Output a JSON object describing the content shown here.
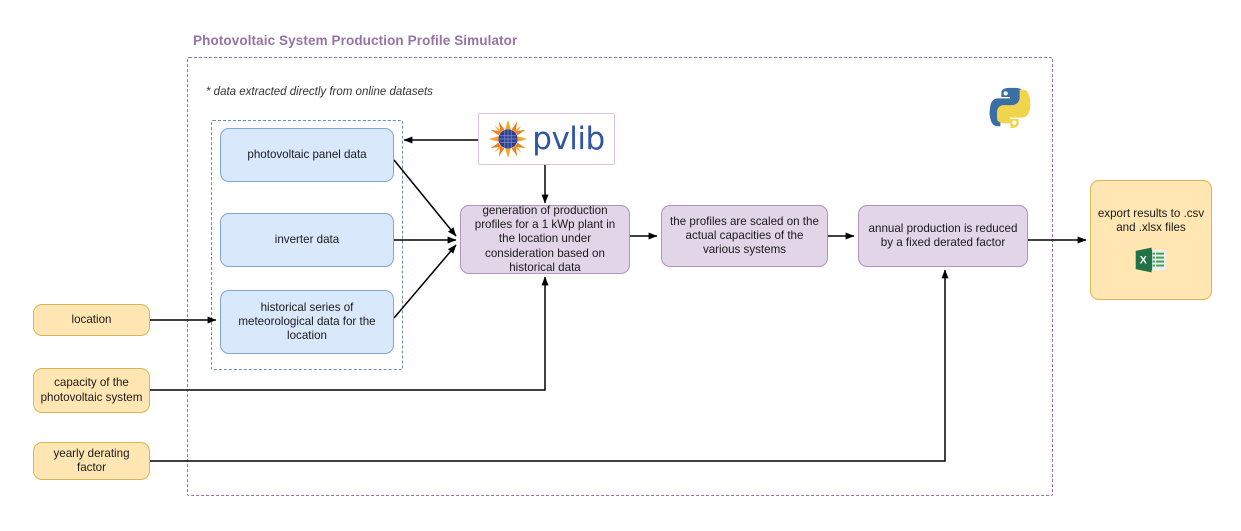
{
  "diagram": {
    "title": "Photovoltaic System Production Profile Simulator",
    "note": "* data extracted directly from online datasets",
    "title_color": "#9673a6",
    "outer_border_color": "#9673a6",
    "inner_border_color": "#6c8ebf"
  },
  "data_sources": {
    "panel_data": "photovoltaic panel data",
    "inverter_data": "inverter data",
    "meteo_data": "historical series of meteorological data for the location"
  },
  "library": {
    "name": "pvlib",
    "mark": "sun-solar-panel-icon",
    "word_color": "#2f55a4"
  },
  "language": {
    "logo": "python-logo"
  },
  "process": {
    "generation": "generation of production profiles for a 1 kWp plant in the location under consideration based on historical data",
    "scaling": "the profiles are scaled on the actual capacities of the various systems",
    "derating": "annual production is reduced by a fixed derated factor"
  },
  "output": {
    "export": "export results to .csv and .xlsx files",
    "icon": "excel-file-icon",
    "icon_color": "#217346"
  },
  "inputs": {
    "location": "location",
    "capacity": "capacity of the photovoltaic system",
    "derating_factor": "yearly derating factor"
  },
  "colors": {
    "blue_fill": "#dae8fc",
    "blue_stroke": "#7ea6d9",
    "purple_fill": "#e1d5e7",
    "purple_stroke": "#b392c4",
    "yellow_fill": "#ffe6b3",
    "yellow_stroke": "#d6b656",
    "arrow": "#000000"
  }
}
